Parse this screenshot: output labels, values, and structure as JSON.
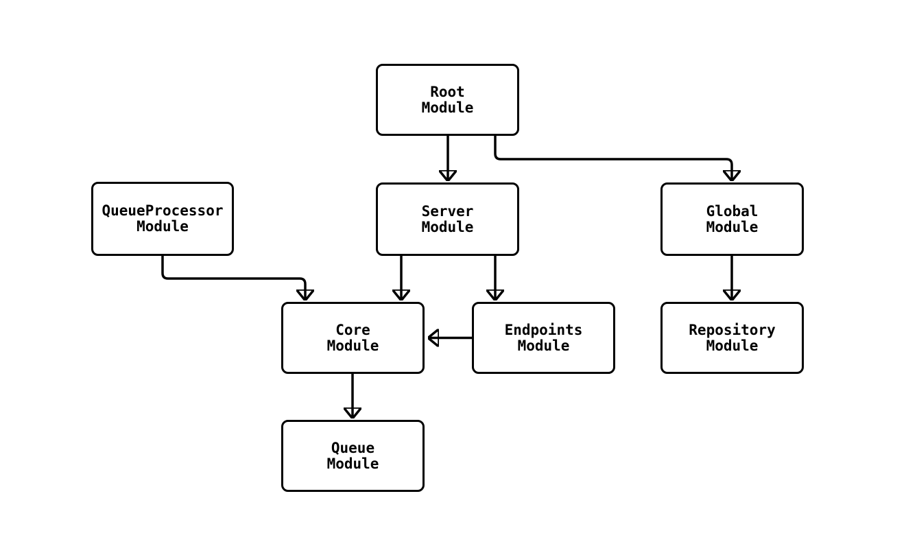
{
  "diagram": {
    "type": "flowchart",
    "direction": "top-down",
    "background_color": "#ffffff",
    "node_fill_color": "#ffffff",
    "node_border_color": "#000000",
    "edge_color": "#000000",
    "text_color": "#000000",
    "nodes": [
      {
        "id": "root",
        "label": "Root\nModule"
      },
      {
        "id": "queueprocessor",
        "label": "QueueProcessor\nModule"
      },
      {
        "id": "server",
        "label": "Server\nModule"
      },
      {
        "id": "global",
        "label": "Global\nModule"
      },
      {
        "id": "core",
        "label": "Core\nModule"
      },
      {
        "id": "endpoints",
        "label": "Endpoints\nModule"
      },
      {
        "id": "repository",
        "label": "Repository\nModule"
      },
      {
        "id": "queue",
        "label": "Queue\nModule"
      }
    ],
    "edges": [
      {
        "from": "root",
        "to": "server"
      },
      {
        "from": "root",
        "to": "global"
      },
      {
        "from": "queueprocessor",
        "to": "core"
      },
      {
        "from": "server",
        "to": "core"
      },
      {
        "from": "server",
        "to": "endpoints"
      },
      {
        "from": "global",
        "to": "repository"
      },
      {
        "from": "endpoints",
        "to": "core"
      },
      {
        "from": "core",
        "to": "queue"
      }
    ]
  }
}
